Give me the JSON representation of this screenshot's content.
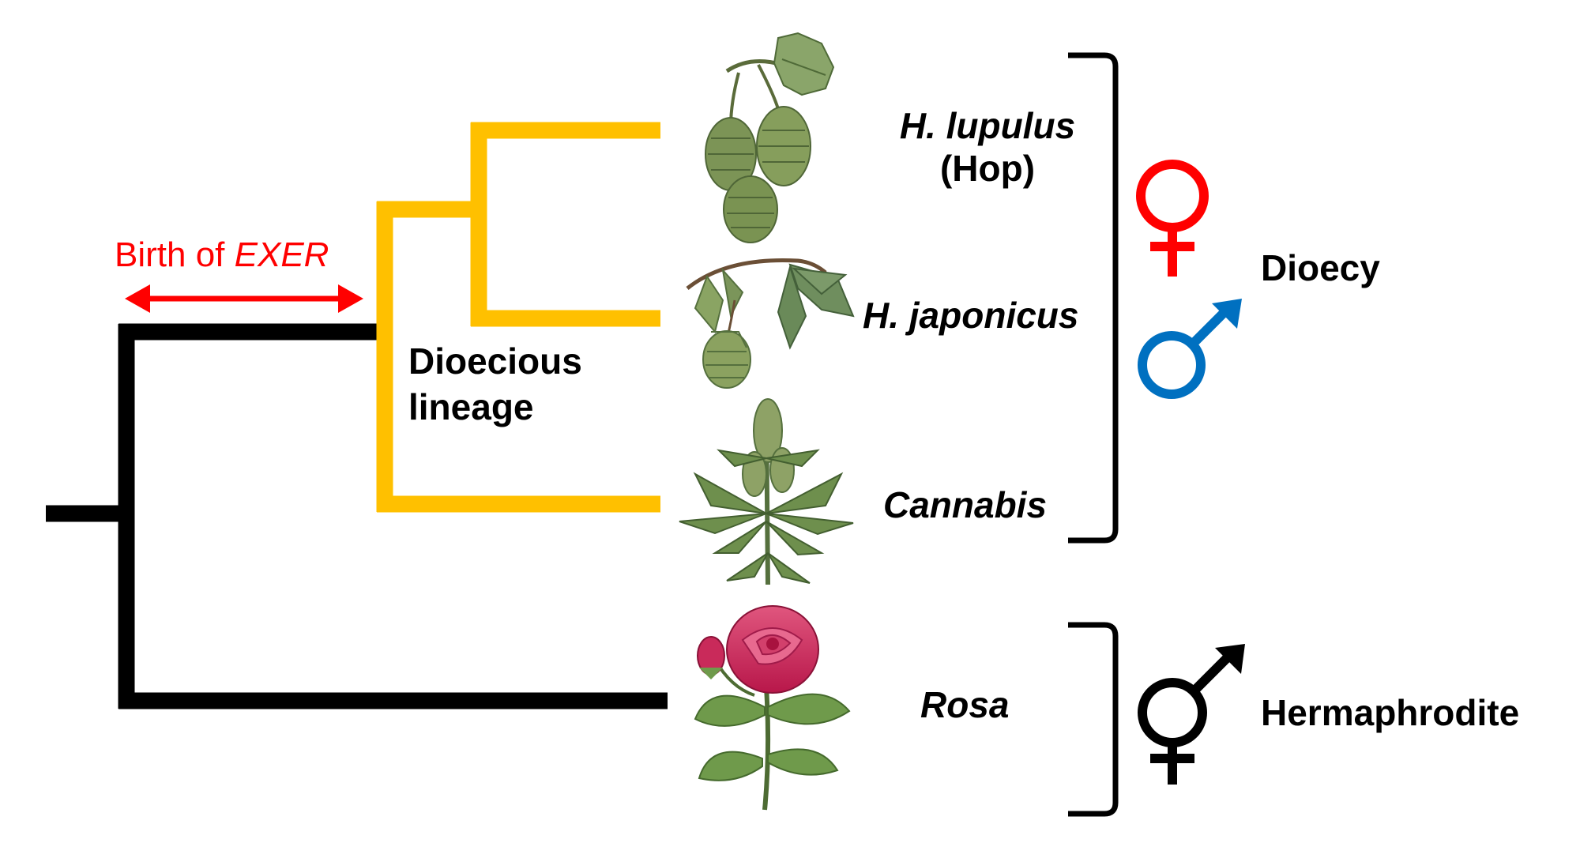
{
  "colors": {
    "tree_black": "#000000",
    "dioecious_lineage": "#FFC000",
    "exer_arrow": "#FF0000",
    "female_symbol": "#FF0000",
    "male_symbol": "#0070C0",
    "hermaphrodite_symbol": "#000000"
  },
  "birth_label": {
    "prefix": "Birth of ",
    "gene": "EXER"
  },
  "lineage_label": {
    "line1": "Dioecious",
    "line2": "lineage"
  },
  "taxa": [
    {
      "name": "H. lupulus",
      "common": "(Hop)",
      "icon": "hop-plant-icon"
    },
    {
      "name": "H. japonicus",
      "icon": "japanese-hop-plant-icon"
    },
    {
      "name": "Cannabis",
      "icon": "cannabis-plant-icon"
    },
    {
      "name": "Rosa",
      "icon": "rose-plant-icon"
    }
  ],
  "groups": {
    "dioecy": {
      "label": "Dioecy",
      "symbols": [
        "female-symbol-icon",
        "male-symbol-icon"
      ]
    },
    "hermaphrodite": {
      "label": "Hermaphrodite",
      "symbols": [
        "hermaphrodite-symbol-icon"
      ]
    }
  }
}
